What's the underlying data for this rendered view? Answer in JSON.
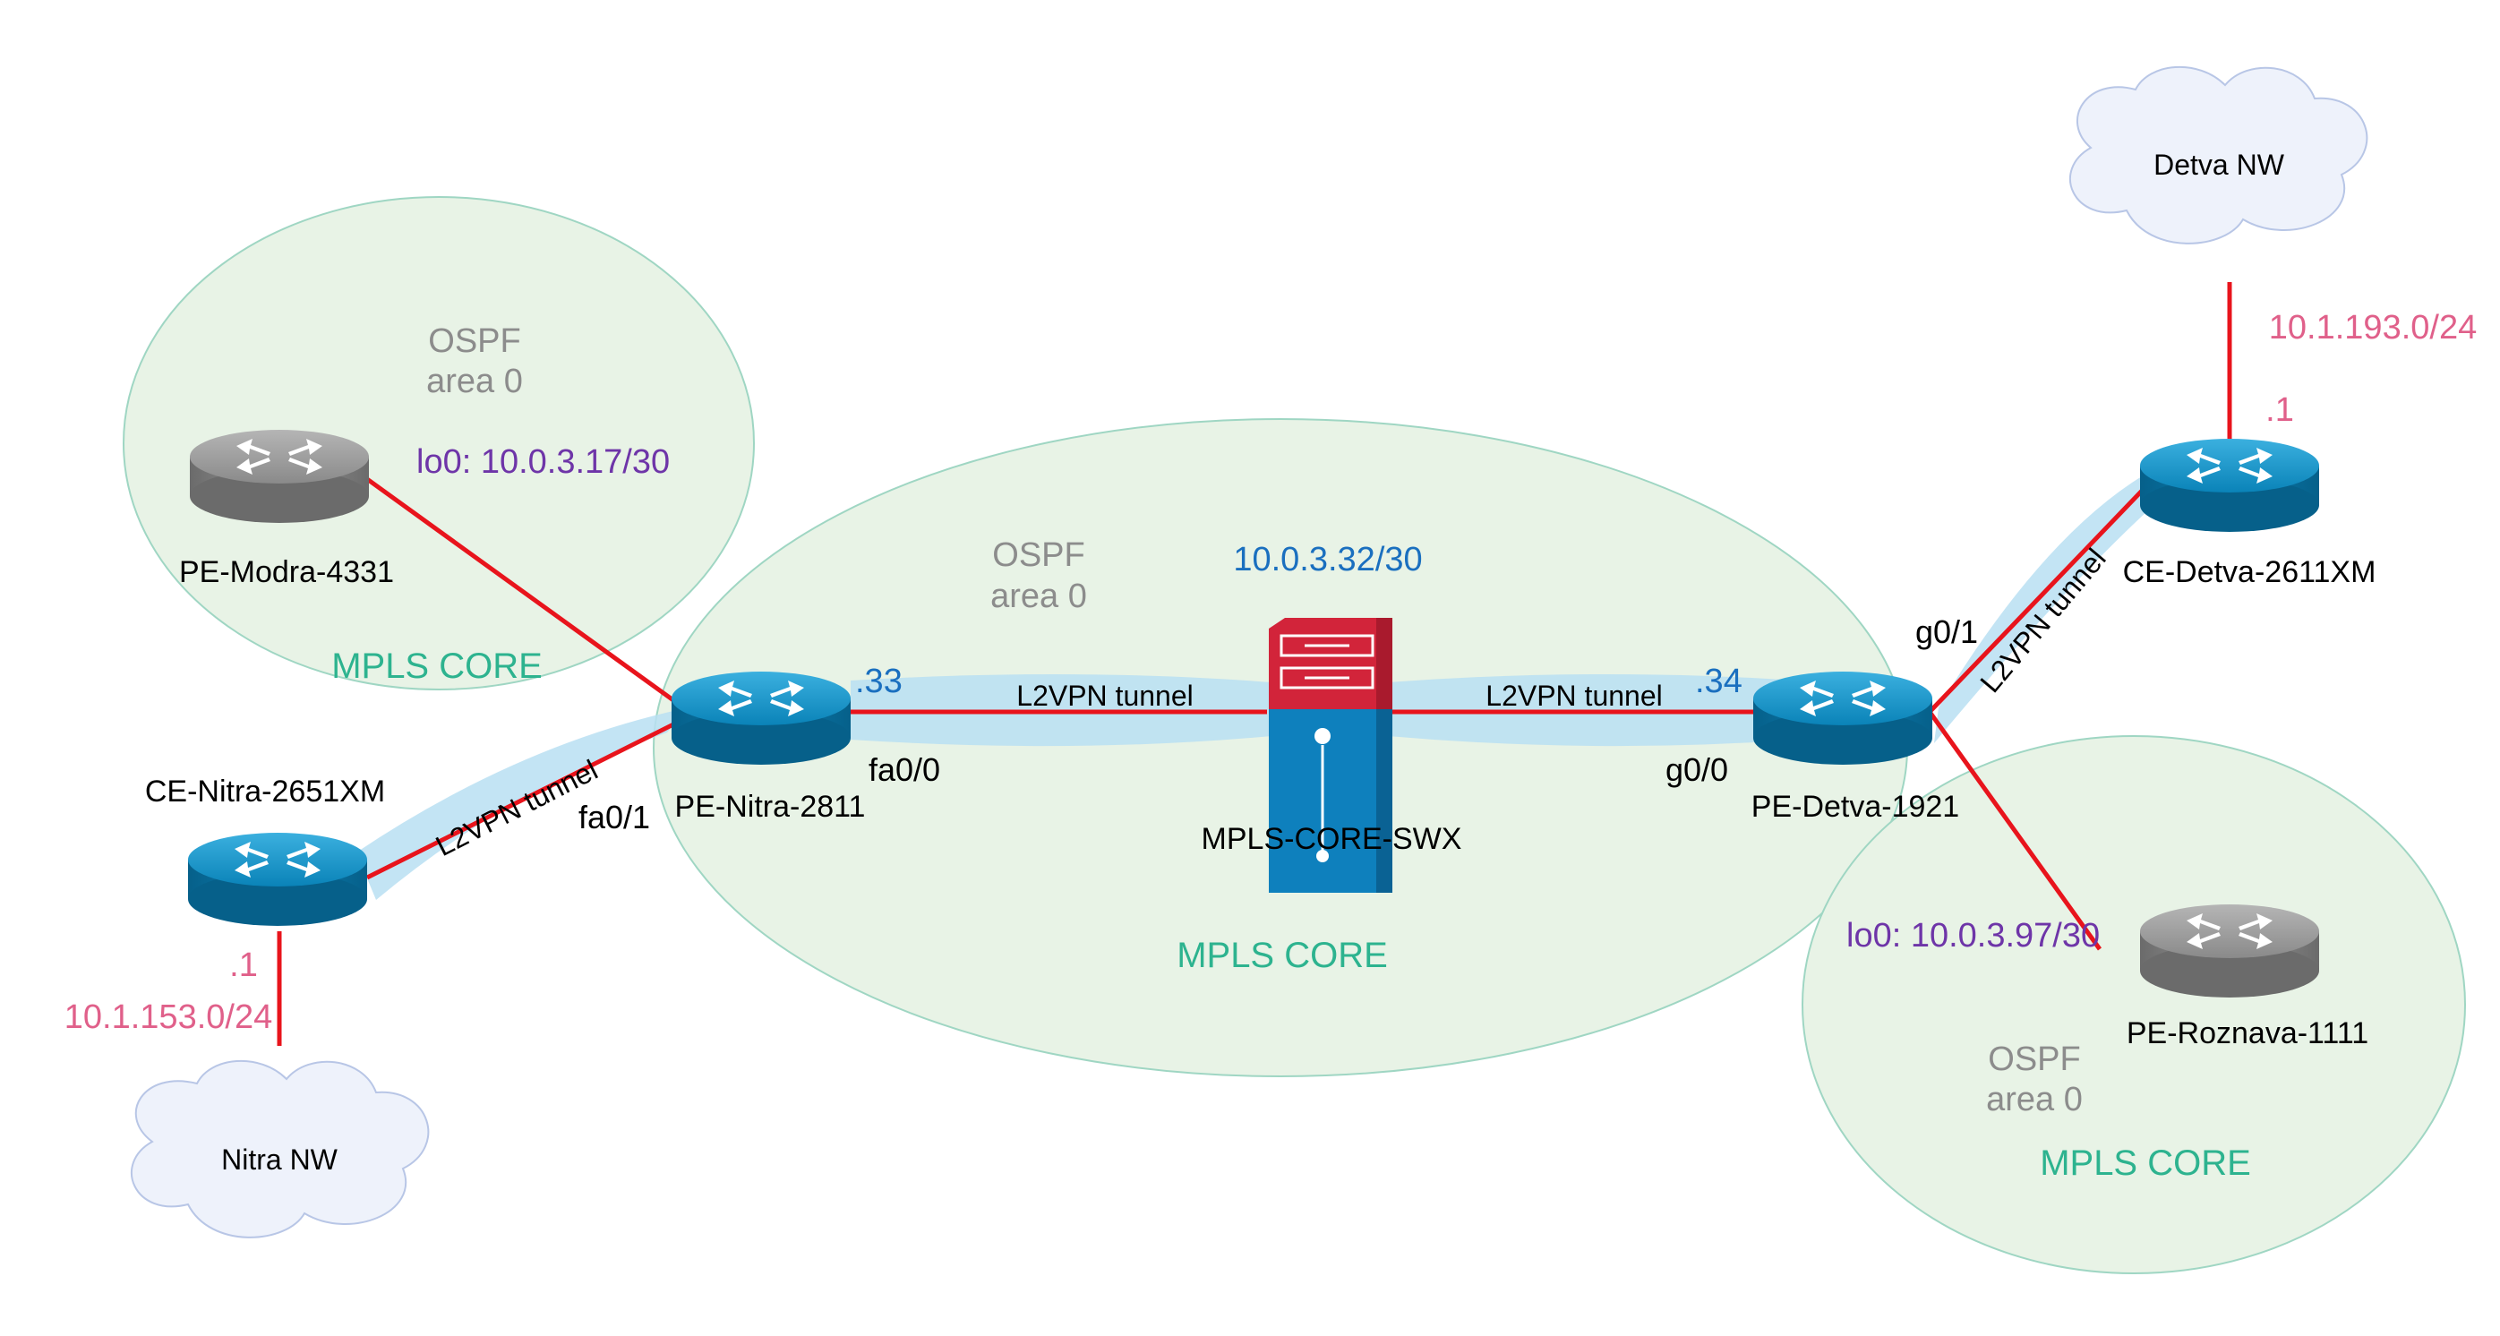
{
  "zones": {
    "modra": {
      "ospf_line1": "OSPF",
      "ospf_line2": "area 0",
      "core": "MPLS CORE"
    },
    "center": {
      "ospf_line1": "OSPF",
      "ospf_line2": "area 0",
      "core": "MPLS CORE"
    },
    "roznava": {
      "ospf_line1": "OSPF",
      "ospf_line2": "area 0",
      "core": "MPLS CORE"
    }
  },
  "devices": {
    "pe_modra": "PE-Modra-4331",
    "pe_nitra": "PE-Nitra-2811",
    "ce_nitra": "CE-Nitra-2651XM",
    "core_switch": "MPLS-CORE-SWX",
    "pe_detva": "PE-Detva-1921",
    "ce_detva": "CE-Detva-2611XM",
    "pe_roznava": "PE-Roznava-1111"
  },
  "clouds": {
    "nitra": "Nitra NW",
    "detva": "Detva NW"
  },
  "addresses": {
    "modra_lo0": "lo0: 10.0.3.17/30",
    "roznava_lo0": "lo0: 10.0.3.97/30",
    "core_subnet": "10.0.3.32/30",
    "nitra_host": ".33",
    "detva_host": ".34",
    "nitra_lan": "10.1.153.0/24",
    "nitra_lan_host": ".1",
    "detva_lan": "10.1.193.0/24",
    "detva_lan_host": ".1"
  },
  "interfaces": {
    "nitra_fa00": "fa0/0",
    "nitra_fa01": "fa0/1",
    "detva_g00": "g0/0",
    "detva_g01": "g0/1"
  },
  "tunnels": {
    "left_core": "L2VPN tunnel",
    "right_core": "L2VPN tunnel",
    "nitra_ce": "L2VPN tunnel",
    "detva_ce": "L2VPN tunnel"
  },
  "colors": {
    "zone_fill": "#e8f3e6",
    "zone_stroke": "#9fd6c3",
    "link": "#e8141c",
    "tunnel": "#b9dff2",
    "router_blue": "#0a83b8",
    "router_gray": "#8a8a8a",
    "switch_red": "#d2243a",
    "switch_blue": "#0e80bd",
    "cloud_fill": "#eef2fb"
  }
}
